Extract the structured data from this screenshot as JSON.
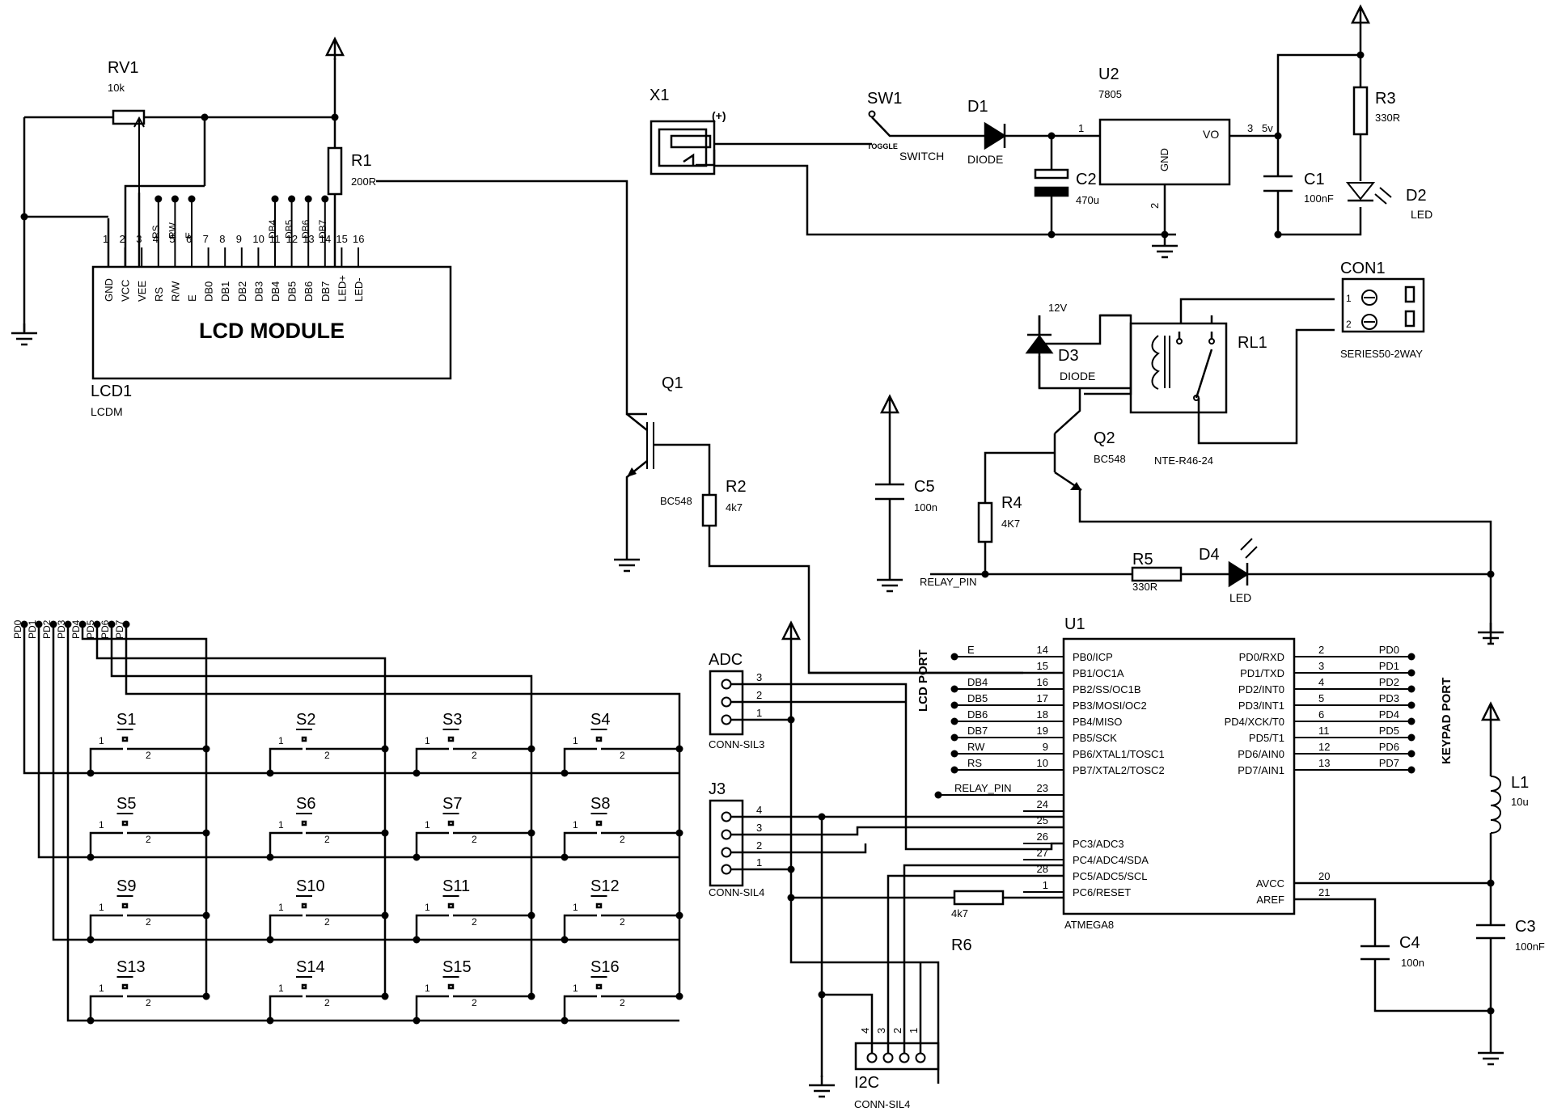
{
  "lcd": {
    "ref": "LCD1",
    "val": "LCDM",
    "title": "LCD MODULE",
    "pinlabels": [
      "GND",
      "VCC",
      "VEE",
      "RS",
      "R/W",
      "E",
      "DB0",
      "DB1",
      "DB2",
      "DB3",
      "DB4",
      "DB5",
      "DB6",
      "DB7",
      "LED+",
      "LED-"
    ],
    "topnets": [
      "RS",
      "RW",
      "E",
      "DB4",
      "DB5",
      "DB6",
      "DB7"
    ]
  },
  "rv1": {
    "ref": "RV1",
    "val": "10k"
  },
  "r1": {
    "ref": "R1",
    "val": "200R"
  },
  "x1": {
    "ref": "X1",
    "plus": "(+)"
  },
  "sw1": {
    "ref": "SW1",
    "sub": "TOGGLE",
    "val": "SWITCH"
  },
  "d1": {
    "ref": "D1",
    "val": "DIODE"
  },
  "u2": {
    "ref": "U2",
    "val": "7805",
    "vo": "VO",
    "gnd": "GND",
    "p1": "1",
    "p2": "2",
    "p3": "3",
    "v5": "5v"
  },
  "c2": {
    "ref": "C2",
    "val": "470u"
  },
  "c1": {
    "ref": "C1",
    "val": "100nF"
  },
  "r3": {
    "ref": "R3",
    "val": "330R"
  },
  "d2": {
    "ref": "D2",
    "val": "LED"
  },
  "con1": {
    "ref": "CON1",
    "val": "SERIES50-2WAY",
    "p1": "1",
    "p2": "2"
  },
  "rl1": {
    "ref": "RL1",
    "val": "NTE-R46-24"
  },
  "d3": {
    "ref": "D3",
    "val": "DIODE",
    "net": "12V"
  },
  "q1": {
    "ref": "Q1",
    "val": "BC548"
  },
  "q2": {
    "ref": "Q2",
    "val": "BC548"
  },
  "r2": {
    "ref": "R2",
    "val": "4k7"
  },
  "r4": {
    "ref": "R4",
    "val": "4K7"
  },
  "c5": {
    "ref": "C5",
    "val": "100n"
  },
  "r5": {
    "ref": "R5",
    "val": "330R"
  },
  "d4": {
    "ref": "D4",
    "val": "LED"
  },
  "relaypin": "RELAY_PIN",
  "u1": {
    "ref": "U1",
    "val": "ATMEGA8",
    "left": [
      {
        "num": "14",
        "name": "PB0/ICP",
        "net": "E"
      },
      {
        "num": "15",
        "name": "PB1/OC1A",
        "net": ""
      },
      {
        "num": "16",
        "name": "PB2/SS/OC1B",
        "net": "DB4"
      },
      {
        "num": "17",
        "name": "PB3/MOSI/OC2",
        "net": "DB5"
      },
      {
        "num": "18",
        "name": "PB4/MISO",
        "net": "DB6"
      },
      {
        "num": "19",
        "name": "PB5/SCK",
        "net": "DB7"
      },
      {
        "num": "9",
        "name": "PB6/XTAL1/TOSC1",
        "net": "RW"
      },
      {
        "num": "10",
        "name": "PB7/XTAL2/TOSC2",
        "net": "RS"
      },
      {
        "num": "23",
        "name": "",
        "net": "RELAY_PIN"
      },
      {
        "num": "24",
        "name": "",
        "net": ""
      },
      {
        "num": "25",
        "name": "",
        "net": ""
      },
      {
        "num": "26",
        "name": "PC3/ADC3",
        "net": ""
      },
      {
        "num": "27",
        "name": "PC4/ADC4/SDA",
        "net": ""
      },
      {
        "num": "28",
        "name": "PC5/ADC5/SCL",
        "net": ""
      },
      {
        "num": "1",
        "name": "PC6/RESET",
        "net": ""
      }
    ],
    "right": [
      {
        "num": "2",
        "name": "PD0/RXD",
        "net": "PD0"
      },
      {
        "num": "3",
        "name": "PD1/TXD",
        "net": "PD1"
      },
      {
        "num": "4",
        "name": "PD2/INT0",
        "net": "PD2"
      },
      {
        "num": "5",
        "name": "PD3/INT1",
        "net": "PD3"
      },
      {
        "num": "6",
        "name": "PD4/XCK/T0",
        "net": "PD4"
      },
      {
        "num": "11",
        "name": "PD5/T1",
        "net": "PD5"
      },
      {
        "num": "12",
        "name": "PD6/AIN0",
        "net": "PD6"
      },
      {
        "num": "13",
        "name": "PD7/AIN1",
        "net": "PD7"
      },
      {
        "num": "20",
        "name": "AVCC",
        "net": ""
      },
      {
        "num": "21",
        "name": "AREF",
        "net": ""
      }
    ]
  },
  "lcdport": "LCD PORT",
  "keypadport": "KEYPAD PORT",
  "adc": {
    "ref": "ADC",
    "val": "CONN-SIL3",
    "pins": [
      "3",
      "2",
      "1"
    ]
  },
  "j3": {
    "ref": "J3",
    "val": "CONN-SIL4",
    "pins": [
      "4",
      "3",
      "2",
      "1"
    ]
  },
  "i2c": {
    "ref": "I2C",
    "val": "CONN-SIL4",
    "pins": [
      "4",
      "3",
      "2",
      "1"
    ]
  },
  "r6": {
    "ref": "R6",
    "val": "4k7"
  },
  "l1": {
    "ref": "L1",
    "val": "10u"
  },
  "c3": {
    "ref": "C3",
    "val": "100nF"
  },
  "c4": {
    "ref": "C4",
    "val": "100n"
  },
  "keypad": {
    "nets": [
      "PD0",
      "PD1",
      "PD2",
      "PD3",
      "PD4",
      "PD5",
      "PD6",
      "PD7"
    ],
    "switches": [
      "S1",
      "S2",
      "S3",
      "S4",
      "S5",
      "S6",
      "S7",
      "S8",
      "S9",
      "S10",
      "S11",
      "S12",
      "S13",
      "S14",
      "S15",
      "S16"
    ],
    "pin1": "1",
    "pin2": "2"
  }
}
